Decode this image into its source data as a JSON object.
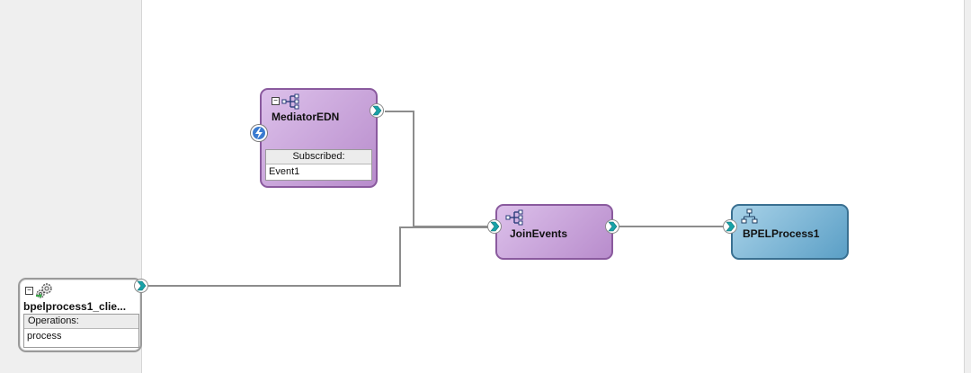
{
  "components": {
    "mediator_edn": {
      "title": "MediatorEDN",
      "subscribed_label": "Subscribed:",
      "subscribed_event": "Event1"
    },
    "join_events": {
      "title": "JoinEvents"
    },
    "bpel_process": {
      "title": "BPELProcess1"
    },
    "client_service": {
      "title": "bpelprocess1_clie...",
      "operations_label": "Operations:",
      "operation": "process"
    }
  },
  "colors": {
    "mediator_fill": "#c9a6dc",
    "mediator_border": "#8a5a9e",
    "bpel_fill": "#7cb6d6",
    "bpel_border": "#3a7091",
    "wire": "#8c8c8c",
    "port_arrow": "#17a2a8",
    "event_icon": "#3b7bd0",
    "swimlane": "#efefef"
  },
  "icons": {
    "mediator": "mediator-hierarchy-icon",
    "bpel": "bpel-process-icon",
    "service": "web-service-gears-icon",
    "event": "event-lightning-icon",
    "port": "chevron-right-icon"
  }
}
